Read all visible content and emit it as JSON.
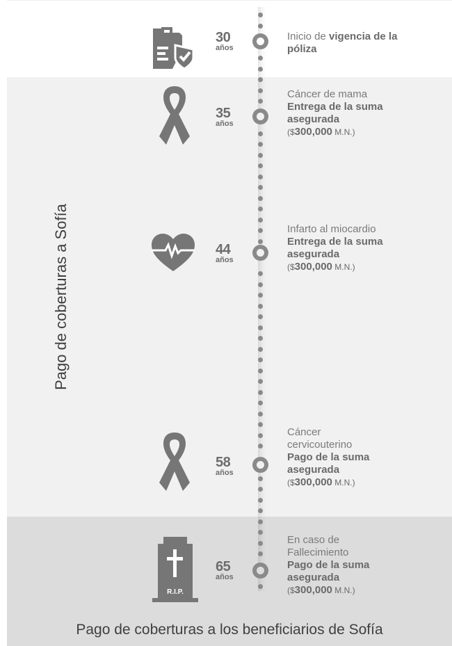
{
  "labels": {
    "side": "Pago de coberturas a Sofía",
    "footer": "Pago de coberturas a los beneficiarios de Sofía"
  },
  "events": [
    {
      "age": "30",
      "unit": "años",
      "icon": "policy-document-check-icon",
      "lead": "Inicio de",
      "lead_bold": "vigencia de la póliza"
    },
    {
      "age": "35",
      "unit": "años",
      "icon": "awareness-ribbon-icon",
      "line1": "Cáncer de mama",
      "bold": "Entrega de la suma asegurada",
      "currency": "($",
      "amount": "300,000",
      "mn": " M.N.)"
    },
    {
      "age": "44",
      "unit": "años",
      "icon": "heart-pulse-icon",
      "line1": "Infarto al miocardio",
      "bold": "Entrega de la suma asegurada",
      "currency": "($",
      "amount": "300,000",
      "mn": " M.N.)"
    },
    {
      "age": "58",
      "unit": "años",
      "icon": "awareness-ribbon-icon",
      "line1": "Cáncer cervicouterino",
      "bold": "Pago de la suma asegurada",
      "currency": "($",
      "amount": "300,000",
      "mn": " M.N.)"
    },
    {
      "age": "65",
      "unit": "años",
      "icon": "tombstone-rip-icon",
      "line1": "En caso de Fallecimiento",
      "bold": "Pago de la suma asegurada",
      "currency": "($",
      "amount": "300,000",
      "mn": " M.N.)",
      "tomb_text": "R.I.P."
    }
  ],
  "colors": {
    "icon": "#767676",
    "timeline": "#8a8a8a",
    "band_mid": "#f1f1f1",
    "band_bottom": "#dcdcdc"
  }
}
